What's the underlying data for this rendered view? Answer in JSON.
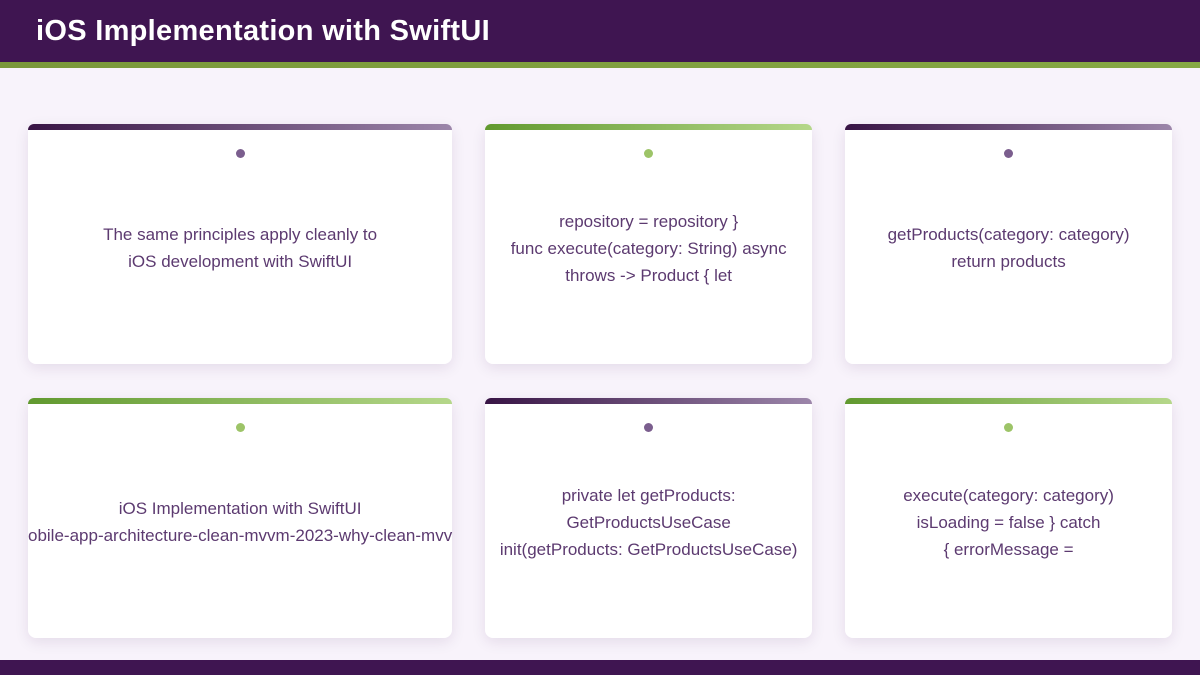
{
  "header": {
    "title": "iOS Implementation with SwiftUI"
  },
  "colors": {
    "header_background": "#3f1551",
    "divider_green": "#7a983a",
    "page_background": "#f8f3fb",
    "card_text": "#5c3a70",
    "accent_purple_dark": "#381445",
    "accent_purple_light": "#9c86aa",
    "accent_green_dark": "#61992f",
    "accent_green_light": "#b5d78a",
    "dot_purple": "#7b5e8e",
    "dot_green": "#9dc468"
  },
  "cards": [
    {
      "accent": "purple",
      "lines": [
        "The same principles apply cleanly to",
        "iOS development with SwiftUI"
      ]
    },
    {
      "accent": "green",
      "lines": [
        "repository = repository }",
        "func execute(category: String) async",
        "throws -> Product { let"
      ]
    },
    {
      "accent": "purple",
      "lines": [
        "getProducts(category: category)",
        "return products"
      ]
    },
    {
      "accent": "green",
      "lines": [
        "iOS Implementation with SwiftUI",
        "obile-app-architecture-clean-mvvm-2023-why-clean-mvv"
      ]
    },
    {
      "accent": "purple",
      "lines": [
        "private let getProducts:",
        "GetProductsUseCase",
        "init(getProducts: GetProductsUseCase)"
      ]
    },
    {
      "accent": "green",
      "lines": [
        "execute(category: category)",
        "isLoading = false } catch",
        "{ errorMessage ="
      ]
    }
  ]
}
